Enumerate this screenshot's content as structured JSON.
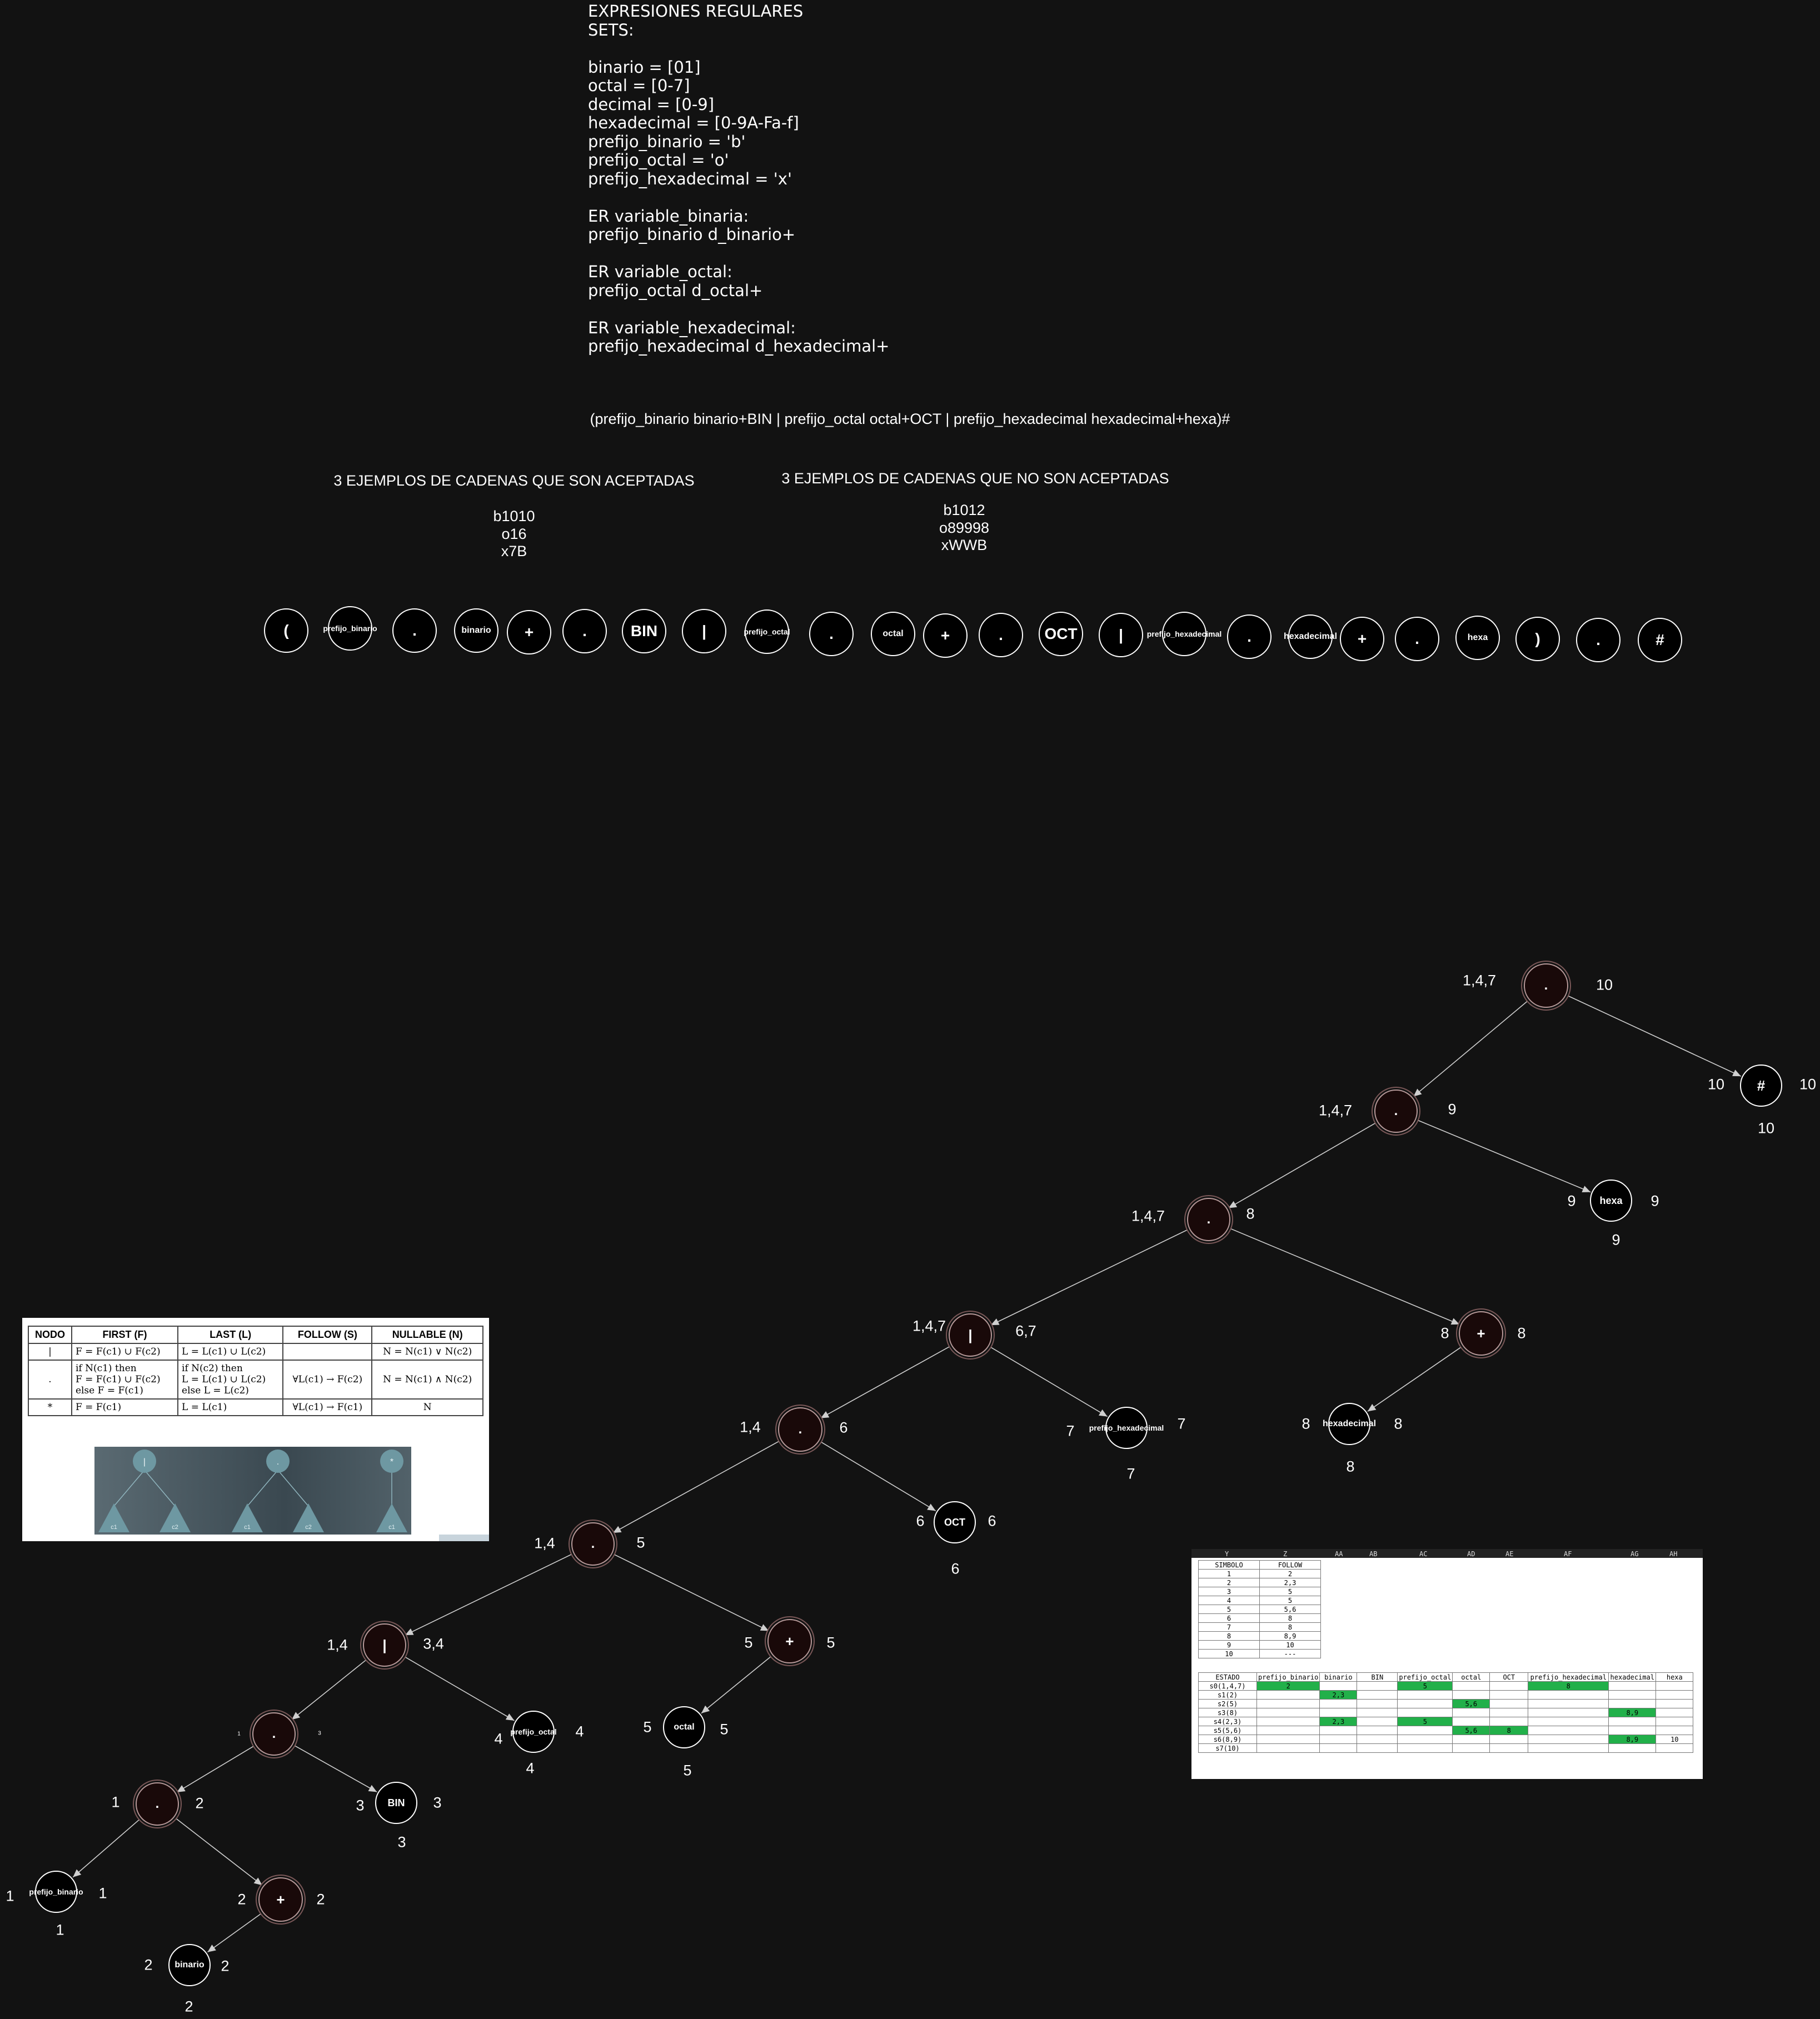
{
  "sets_text": "EXPRESIONES REGULARES\nSETS:\n\nbinario = [01]\noctal = [0-7]\ndecimal = [0-9]\nhexadecimal = [0-9A-Fa-f]\nprefijo_binario = 'b'\nprefijo_octal = 'o'\nprefijo_hexadecimal = 'x'\n\nER variable_binaria:\nprefijo_binario d_binario+\n\nER variable_octal:\nprefijo_octal d_octal+\n\nER variable_hexadecimal:\nprefijo_hexadecimal d_hexadecimal+",
  "regex": "(prefijo_binario binario+BIN | prefijo_octal octal+OCT | prefijo_hexadecimal hexadecimal+hexa)#",
  "accepted": {
    "title": "3 EJEMPLOS DE CADENAS QUE SON ACEPTADAS",
    "examples": "b1010\no16\nx7B"
  },
  "rejected": {
    "title": "3 EJEMPLOS DE CADENAS QUE NO SON ACEPTADAS",
    "examples": "b1012\no89998\nxWWB"
  },
  "tokens": [
    "(",
    "prefijo_binario",
    ".",
    "binario",
    "+",
    ".",
    "BIN",
    "|",
    "prefijo_octal",
    ".",
    "octal",
    "+",
    ".",
    "OCT",
    "|",
    "prefijo_hexadecimal",
    ".",
    "hexadecimal",
    "+",
    ".",
    "hexa",
    ")",
    ".",
    "#"
  ],
  "tree_nodes": [
    {
      "id": "n_root",
      "sym": ".",
      "op": true,
      "first": "1,4,7",
      "last": "10"
    },
    {
      "id": "n_hash",
      "sym": "#",
      "op": false,
      "first": "10",
      "last": "10",
      "pos": "10"
    },
    {
      "id": "n_c9",
      "sym": ".",
      "op": true,
      "first": "1,4,7",
      "last": "9"
    },
    {
      "id": "n_hexa",
      "sym": "hexa",
      "op": false,
      "first": "9",
      "last": "9",
      "pos": "9"
    },
    {
      "id": "n_c8",
      "sym": ".",
      "op": true,
      "first": "1,4,7",
      "last": "8"
    },
    {
      "id": "n_plus8",
      "sym": "+",
      "op": true,
      "first": "8",
      "last": "8"
    },
    {
      "id": "n_hexdec",
      "sym": "hexadecimal",
      "op": false,
      "first": "8",
      "last": "8",
      "pos": "8"
    },
    {
      "id": "n_or67",
      "sym": "|",
      "op": true,
      "first": "1,4,7",
      "last": "6,7"
    },
    {
      "id": "n_phex",
      "sym": "prefijo_hexadecimal",
      "op": false,
      "first": "7",
      "last": "7",
      "pos": "7"
    },
    {
      "id": "n_c6",
      "sym": ".",
      "op": true,
      "first": "1,4",
      "last": "6"
    },
    {
      "id": "n_oct",
      "sym": "OCT",
      "op": false,
      "first": "6",
      "last": "6",
      "pos": "6"
    },
    {
      "id": "n_c5",
      "sym": ".",
      "op": true,
      "first": "1,4",
      "last": "5"
    },
    {
      "id": "n_plus5",
      "sym": "+",
      "op": true,
      "first": "5",
      "last": "5"
    },
    {
      "id": "n_octal",
      "sym": "octal",
      "op": false,
      "first": "5",
      "last": "5",
      "pos": "5"
    },
    {
      "id": "n_or34",
      "sym": "|",
      "op": true,
      "first": "1,4",
      "last": "3,4"
    },
    {
      "id": "n_poct",
      "sym": "prefijo_octal",
      "op": false,
      "first": "4",
      "last": "4",
      "pos": "4"
    },
    {
      "id": "n_c3",
      "sym": ".",
      "op": true,
      "first": "1",
      "last": "3"
    },
    {
      "id": "n_bin",
      "sym": "BIN",
      "op": false,
      "first": "3",
      "last": "3",
      "pos": "3"
    },
    {
      "id": "n_c2",
      "sym": ".",
      "op": true,
      "first": "1",
      "last": "2"
    },
    {
      "id": "n_pbin",
      "sym": "prefijo_binario",
      "op": false,
      "first": "1",
      "last": "1",
      "pos": "1"
    },
    {
      "id": "n_plus2",
      "sym": "+",
      "op": true,
      "first": "2",
      "last": "2"
    },
    {
      "id": "n_binario",
      "sym": "binario",
      "op": false,
      "first": "2",
      "last": "2",
      "pos": "2"
    }
  ],
  "tree_edges": [
    [
      "n_root",
      "n_c9"
    ],
    [
      "n_root",
      "n_hash"
    ],
    [
      "n_c9",
      "n_c8"
    ],
    [
      "n_c9",
      "n_hexa"
    ],
    [
      "n_c8",
      "n_or67"
    ],
    [
      "n_c8",
      "n_plus8"
    ],
    [
      "n_plus8",
      "n_hexdec"
    ],
    [
      "n_or67",
      "n_c6"
    ],
    [
      "n_or67",
      "n_phex"
    ],
    [
      "n_c6",
      "n_c5"
    ],
    [
      "n_c6",
      "n_oct"
    ],
    [
      "n_c5",
      "n_or34"
    ],
    [
      "n_c5",
      "n_plus5"
    ],
    [
      "n_plus5",
      "n_octal"
    ],
    [
      "n_or34",
      "n_c3"
    ],
    [
      "n_or34",
      "n_poct"
    ],
    [
      "n_c3",
      "n_c2"
    ],
    [
      "n_c3",
      "n_bin"
    ],
    [
      "n_c2",
      "n_pbin"
    ],
    [
      "n_c2",
      "n_plus2"
    ],
    [
      "n_plus2",
      "n_binario"
    ]
  ],
  "rules_table": {
    "headers": [
      "NODO",
      "FIRST (F)",
      "LAST (L)",
      "FOLLOW (S)",
      "NULLABLE (N)"
    ],
    "rows": [
      [
        "|",
        "F = F(c1) ∪ F(c2)",
        "L = L(c1) ∪ L(c2)",
        "",
        "N = N(c1) ∨ N(c2)"
      ],
      [
        ".",
        "if N(c1) then\nF = F(c1) ∪ F(c2)\nelse F = F(c1)",
        "if N(c2) then\nL = L(c1) ∪ L(c2)\nelse L = L(c2)",
        "∀L(c1) → F(c2)",
        "N = N(c1) ∧ N(c2)"
      ],
      [
        "*",
        "F = F(c1)",
        "L = L(c1)",
        "∀L(c1) → F(c1)",
        "N"
      ]
    ],
    "mini_trees": [
      {
        "op": "|",
        "children": [
          "c1",
          "c2"
        ]
      },
      {
        "op": ".",
        "children": [
          "c1",
          "c2"
        ]
      },
      {
        "op": "*",
        "children": [
          "c1"
        ]
      }
    ]
  },
  "sheet": {
    "col_headers": [
      "Y",
      "Z",
      "AA",
      "AB",
      "AC",
      "AD",
      "AE",
      "AF",
      "AG",
      "AH"
    ],
    "follow_headers": [
      "SIMBOLO",
      "FOLLOW"
    ],
    "follow_rows": [
      [
        "1",
        "2"
      ],
      [
        "2",
        "2,3"
      ],
      [
        "3",
        "5"
      ],
      [
        "4",
        "5"
      ],
      [
        "5",
        "5,6"
      ],
      [
        "6",
        "8"
      ],
      [
        "7",
        "8"
      ],
      [
        "8",
        "8,9"
      ],
      [
        "9",
        "10"
      ],
      [
        "10",
        "---"
      ]
    ],
    "state_headers": [
      "ESTADO",
      "prefijo_binario",
      "binario",
      "BIN",
      "prefijo_octal",
      "octal",
      "OCT",
      "prefijo_hexadecimal",
      "hexadecimal",
      "hexa"
    ],
    "state_rows": [
      [
        "s0(1,4,7)",
        "2",
        "",
        "",
        "5",
        "",
        "",
        "8",
        "",
        ""
      ],
      [
        "s1(2)",
        "",
        "2,3",
        "",
        "",
        "",
        "",
        "",
        "",
        ""
      ],
      [
        "s2(5)",
        "",
        "",
        "",
        "",
        "5,6",
        "",
        "",
        "",
        ""
      ],
      [
        "s3(8)",
        "",
        "",
        "",
        "",
        "",
        "",
        "",
        "8,9",
        ""
      ],
      [
        "s4(2,3)",
        "",
        "2,3",
        "",
        "5",
        "",
        "",
        "",
        "",
        ""
      ],
      [
        "s5(5,6)",
        "",
        "",
        "",
        "",
        "5,6",
        "8",
        "",
        "",
        ""
      ],
      [
        "s6(8,9)",
        "",
        "",
        "",
        "",
        "",
        "",
        "",
        "8,9",
        "10"
      ],
      [
        "s7(10)",
        "",
        "",
        "",
        "",
        "",
        "",
        "",
        "",
        ""
      ]
    ],
    "green_color": "#22b04a"
  },
  "colors": {
    "background": "#121212",
    "node_fill": "#000000",
    "op_node_fill": "#190909",
    "edge": "#cfcfcf"
  }
}
